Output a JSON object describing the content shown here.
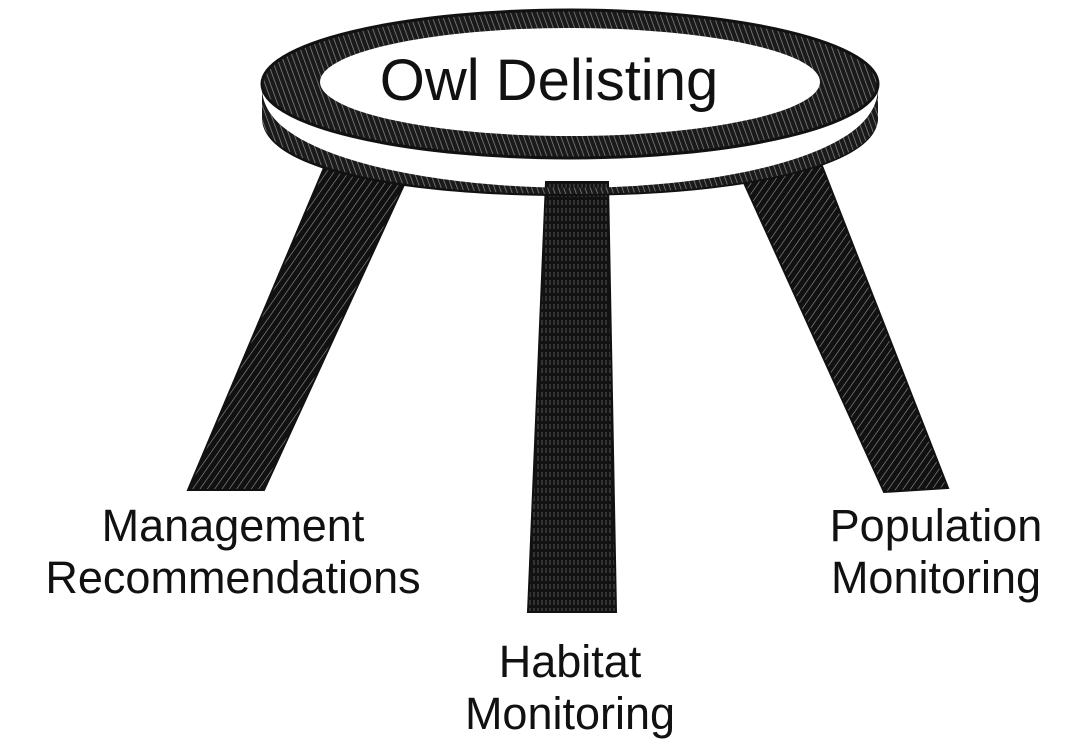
{
  "diagram": {
    "seat_label": "Owl Delisting",
    "legs": [
      {
        "id": "management",
        "lines": [
          "Management",
          "Recommendations"
        ]
      },
      {
        "id": "habitat",
        "lines": [
          "Habitat",
          "Monitoring"
        ]
      },
      {
        "id": "population",
        "lines": [
          "Population",
          "Monitoring"
        ]
      }
    ]
  },
  "colors": {
    "ink": "#111111",
    "paper": "#ffffff"
  }
}
